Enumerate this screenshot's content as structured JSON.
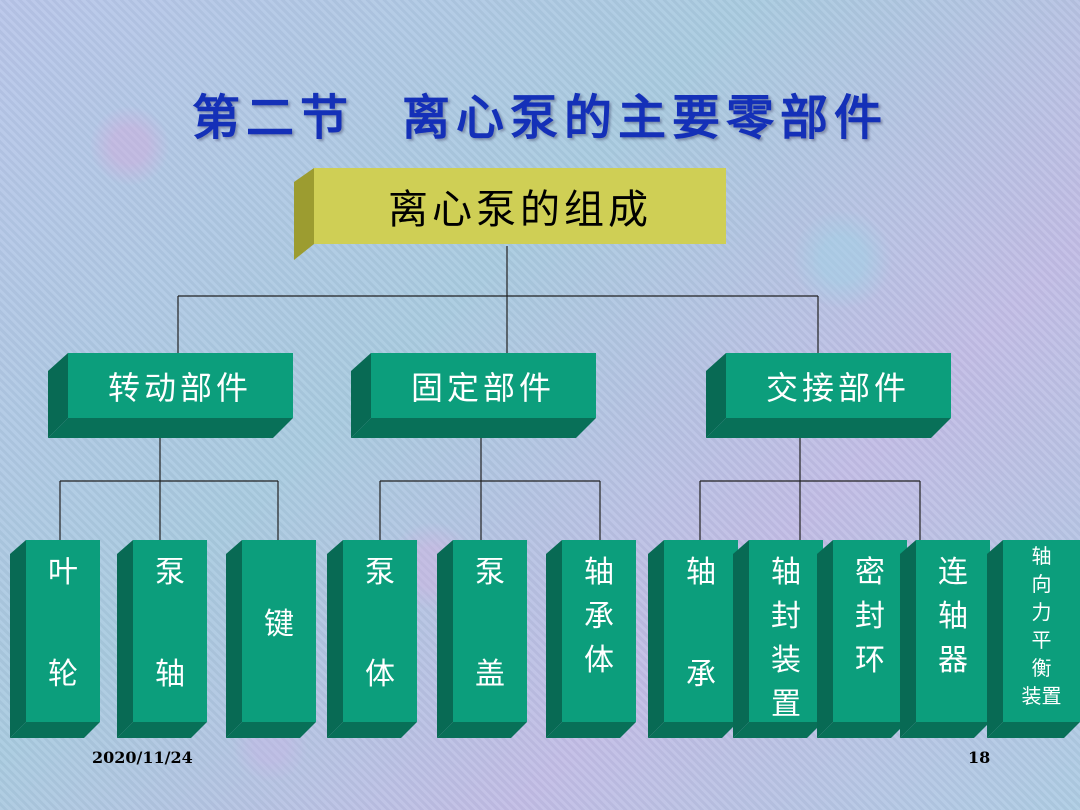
{
  "title": {
    "section": "第二节",
    "main": "离心泵的主要零部件"
  },
  "root": "离心泵的组成",
  "categories": [
    "转动部件",
    "固定部件",
    "交接部件"
  ],
  "leaves": [
    {
      "label": "叶轮"
    },
    {
      "label": "泵轴"
    },
    {
      "label": "键"
    },
    {
      "label": "泵体"
    },
    {
      "label": "泵盖"
    },
    {
      "label": "轴承体"
    },
    {
      "label": "轴承"
    },
    {
      "label": "轴封装置"
    },
    {
      "label": "密封环"
    },
    {
      "label": "连轴器"
    },
    {
      "label": "轴向力平衡装置"
    }
  ],
  "footer": {
    "date": "2020/11/24",
    "page": "18"
  }
}
